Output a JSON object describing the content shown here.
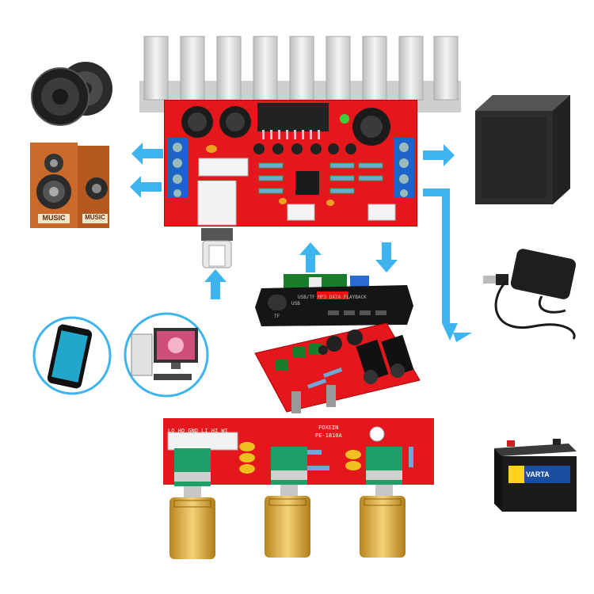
{
  "speakers": {
    "label_left": "MUSIC",
    "label_right": "MUSIC"
  },
  "mp3_module": {
    "panel_text": "USB/TF  MP3 DATA PLAYBACK",
    "slot_label": "TF",
    "usb_label": "USB"
  },
  "tone_board": {
    "header_labels": "LO HO GND LI HI WI",
    "brand": "FOXEIN",
    "model": "PE-1810A"
  },
  "battery": {
    "brand": "VARTA"
  },
  "colors": {
    "arrow": "#3db4ee",
    "pcb_red": "#e3171c",
    "heatsink": "#d9d9d9",
    "gold": "#d8a530"
  }
}
